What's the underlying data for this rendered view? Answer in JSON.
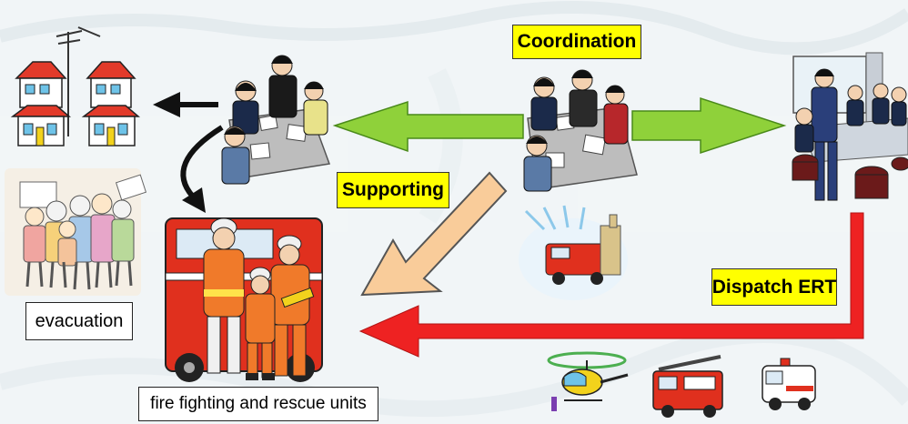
{
  "labels": {
    "coordination": "Coordination",
    "supporting": "Supporting",
    "dispatch": "Dispatch ERT",
    "evacuation": "evacuation",
    "fire_units": "fire fighting and rescue units"
  },
  "colors": {
    "green_arrow": "#8fd13a",
    "red_arrow": "#ee2222",
    "peach_arrow": "#f9cc9a",
    "label_yellow": "#ffff00",
    "fire_red": "#e0301e"
  }
}
